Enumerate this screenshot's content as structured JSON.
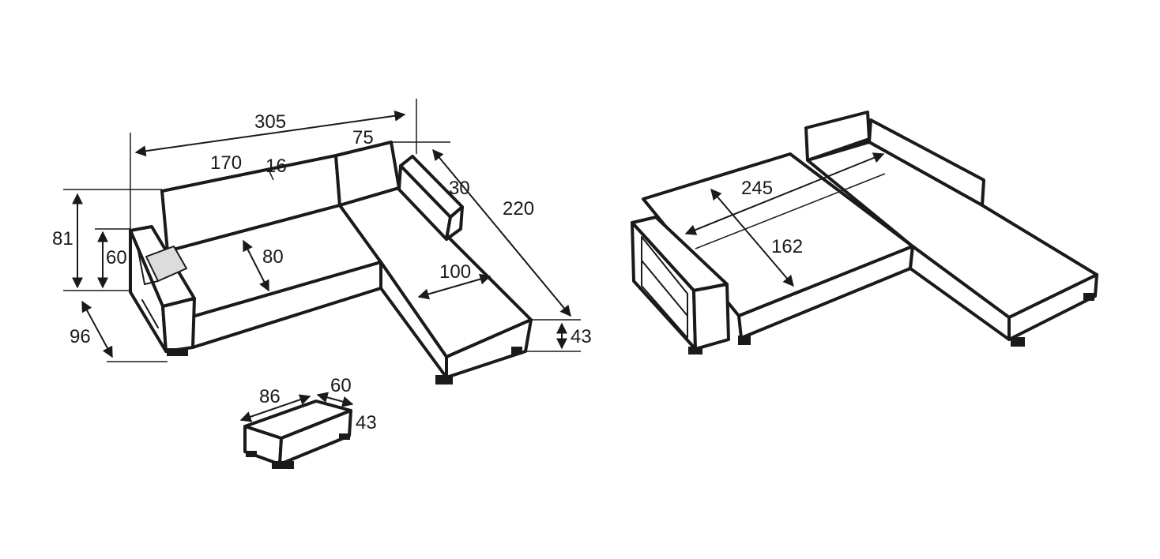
{
  "diagram": {
    "sofa_dimensions": {
      "overall_width": "305",
      "sofa_section": "170",
      "backrest_depth": "16",
      "chaise_width": "75",
      "armrest": "30",
      "chaise_length": "220",
      "total_height": "81",
      "armrest_height": "60",
      "seat_depth": "80",
      "chaise_inner": "100",
      "depth": "96",
      "seat_height": "43"
    },
    "ottoman_dimensions": {
      "length": "86",
      "width": "60",
      "height": "43"
    },
    "bed_dimensions": {
      "bed_length": "245",
      "bed_width": "162"
    }
  }
}
